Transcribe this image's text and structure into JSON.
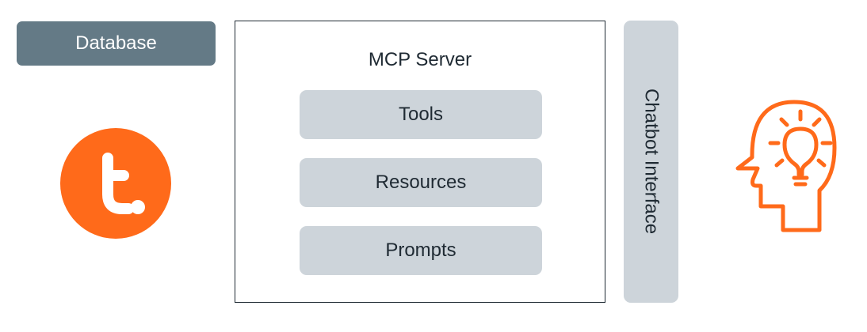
{
  "database": {
    "label": "Database"
  },
  "server": {
    "title": "MCP Server",
    "items": [
      {
        "label": "Tools"
      },
      {
        "label": "Resources"
      },
      {
        "label": "Prompts"
      }
    ]
  },
  "interface": {
    "label": "Chatbot Interface"
  },
  "icons": {
    "logo": "brand-logo-icon",
    "user": "head-lightbulb-icon"
  },
  "colors": {
    "database_bg": "#647a86",
    "pill_bg": "#cdd4da",
    "brand_orange": "#ff6a1a",
    "border": "#1f2a33"
  }
}
